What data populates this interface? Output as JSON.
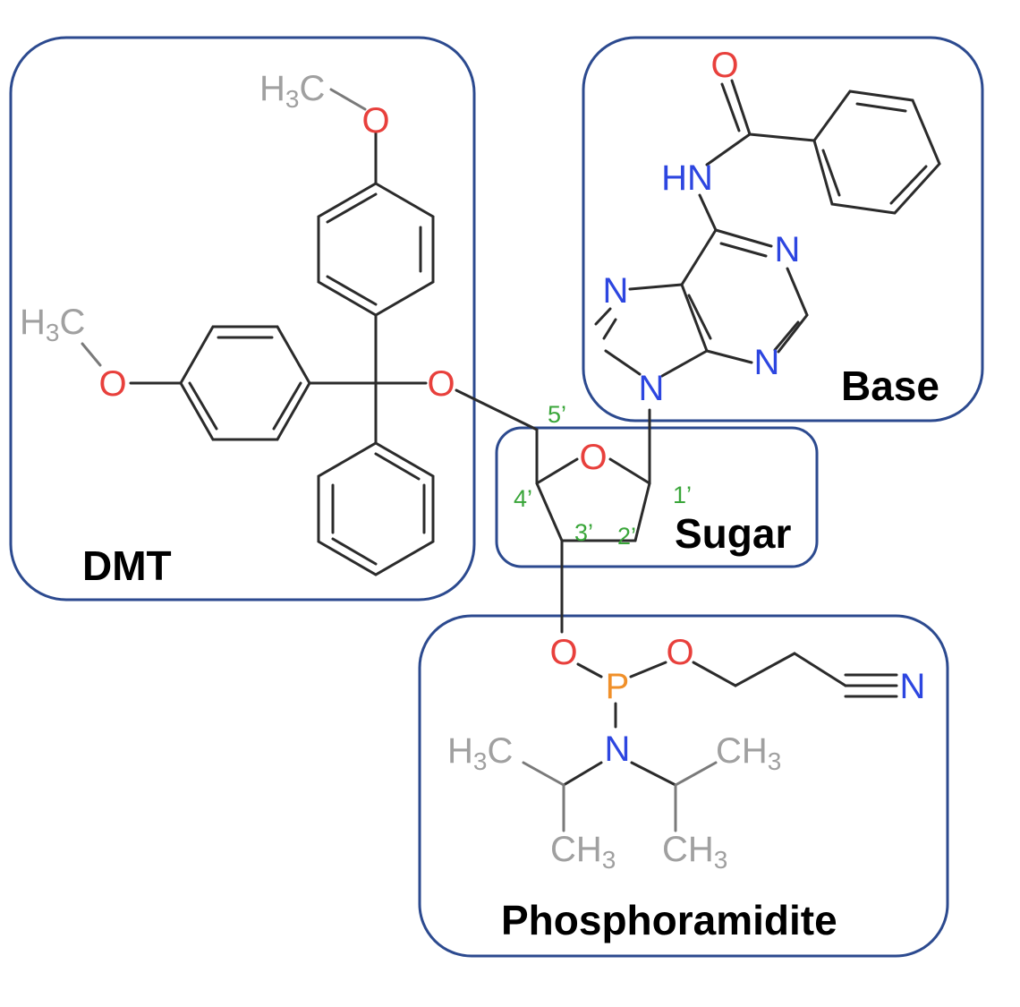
{
  "regions": {
    "dmt": "DMT",
    "base": "Base",
    "sugar": "Sugar",
    "phosphoramidite": "Phosphoramidite"
  },
  "positions": {
    "c5": "5’",
    "c4": "4’",
    "c3": "3’",
    "c2": "2’",
    "c1": "1’"
  },
  "atoms": {
    "h3c_a": {
      "main": "H",
      "sub": "3",
      "tail": "C"
    },
    "h3c_b": {
      "main": "H",
      "sub": "3",
      "tail": "C"
    },
    "h3c_c": {
      "main": "H",
      "sub": "3",
      "tail": "C"
    },
    "ch3_a": {
      "main": "CH",
      "sub": "3"
    },
    "ch3_b": {
      "main": "CH",
      "sub": "3"
    },
    "ch3_c": {
      "main": "CH",
      "sub": "3"
    },
    "o": "O",
    "n": "N",
    "p": "P",
    "hn": "HN"
  },
  "colors": {
    "box_border": "#2c4a8f",
    "bond": "#2b2b2b",
    "methyl_gray": "#a0a0a0",
    "oxygen_red": "#e8403c",
    "nitrogen_blue": "#2d46e0",
    "phosphorus_orange": "#f0902a",
    "position_green": "#3aa63a",
    "label_black": "#000000"
  }
}
